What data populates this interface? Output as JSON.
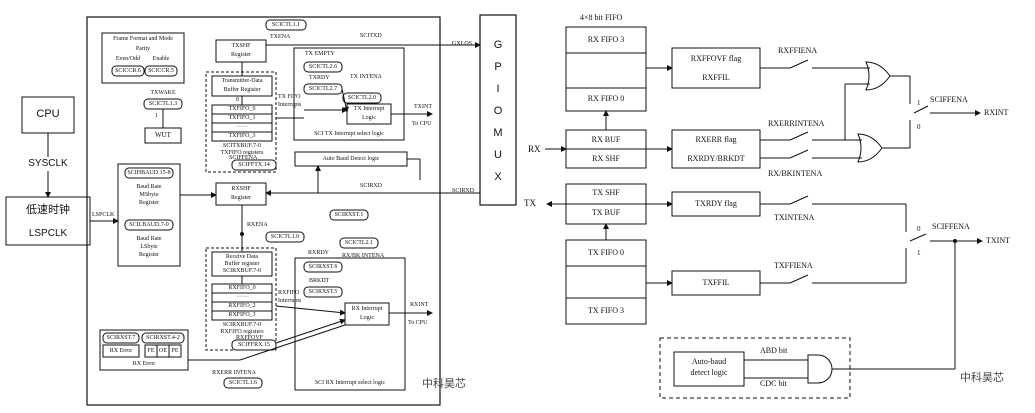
{
  "left": {
    "cpu": "CPU",
    "sysclk": "SYSCLK",
    "lspclk_cn": "低速时钟",
    "lspclk": "LSPCLK",
    "lspclk_in": "LSPCLK",
    "frame_box": {
      "title": "Frame Format and Mode",
      "parity": "Parity",
      "even_odd": "Even/Odd",
      "enable": "Enable",
      "r1": "SCICCR.6",
      "r2": "SCICCR.5"
    },
    "txwake": "TXWAKE",
    "scictl13": "SCICTL1.3",
    "one": "1",
    "wut": "WUT",
    "scictl11": "SCICTL1.1",
    "txshf": "TXSHF",
    "register": "Register",
    "txena": "TXENA",
    "scitxd": "SCITXD",
    "gxlos": "GXLOS",
    "gpio": [
      "G",
      "P",
      "I",
      "O",
      "M",
      "U",
      "X"
    ],
    "tx_empty": "TX EMPTY",
    "scictl26": "SCICTL2.6",
    "txrdy": "TXRDY",
    "scictl27": "SCICTL2.7",
    "tx_intena": "TX INTENA",
    "scictl20": "SCICTL2.0",
    "txint": "TXINT",
    "to_cpu": "To CPU",
    "tx_int_logic": [
      "TX Interrupt",
      "Logic"
    ],
    "sci_tx_select": "SCI TX Interrupt select logic",
    "tdb": [
      "Transmitter-Data",
      "Buffer Register"
    ],
    "eight": "8",
    "txfifo": [
      "TXFIFO_0",
      "TXFIFO_1",
      "······",
      "TXFIFO_3"
    ],
    "txfifo_int": [
      "TX FIFO",
      "Interrupts"
    ],
    "scitxbuf": "SCITXBUF.7-0",
    "txfifo_reg": "TXFIFO registers",
    "sciffena": "SCIFFENA",
    "scifftx14": "SCIFFTX.14",
    "autobaud": "Auto Baud Detect logic",
    "scihbaud": "SCIHBAUD.15-8",
    "baud_msb": [
      "Baud Rate",
      "MSbyte",
      "Register"
    ],
    "scilbaud": "SCILBAUD.7-0",
    "baud_lsb": [
      "Baud Rate",
      "LSbyte",
      "Register"
    ],
    "rxshf": "RXSHF",
    "scirxd_pin": "SCIRXD",
    "scirxd": "SCIRXD",
    "scirxst1": "SCIRXST.1",
    "rxena": "RXENA",
    "scictl10": "SCICTL1.0",
    "rdb": [
      "Receive Data",
      "Buffer register",
      "SCIRXBUF.7-0"
    ],
    "rxfifo": [
      "RXFIFO_0",
      "······",
      "RXFIFO_2",
      "RXFIFO_3"
    ],
    "rxfifo_int": [
      "RXFIFO",
      "Interrupts"
    ],
    "scirxbuf": "SCIRXBUF.7-0",
    "rxfifo_reg": "RXFIFO registers",
    "rxffovf": "RXFFOVF",
    "scirxst6": "SCIRXST.6",
    "rxrdy": "RXRDY",
    "scictl21": "SCICTL2.1",
    "rxbk_intena": "RX/BK INTENA",
    "brkdt": "BRKDT",
    "scirxst5": "SCIRXST.5",
    "rx_int_logic": [
      "RX Interrupt",
      "Logic"
    ],
    "rxint": "RXINT",
    "sciffrx15": "SCIFFRX.15",
    "scirxst7": "SCIRXST.7",
    "scirxst42": "SCIRXST.4-2",
    "rx_error": "RX Error",
    "fe": "FE",
    "oe": "OE",
    "pe": "PE",
    "rx_error2": "RX Error",
    "rxerr_intena": "RXERR INTENA",
    "scictl16": "SCICTL1.6",
    "sci_rx_select": "SCI RX Interrupt select logic",
    "watermark": "中科昊芯"
  },
  "right": {
    "fifo_title": "4×8 bit FIFO",
    "rx_fifo3": "RX FIFO 3",
    "rx_fifo0": "RX FIFO 0",
    "rx_buf": "RX BUF",
    "rx_shf": "RX SHF",
    "rx": "RX",
    "rxffovf_flag": "RXFFOVF flag",
    "rxffil": "RXFFIL",
    "rxffiena": "RXFFIENA",
    "rxerr_flag": "RXERR flag",
    "rxrdy_brkdt": "RXRDY/BRKDT",
    "rxerrintena": "RXERRINTENA",
    "rxbkintena": "RX/BKINTENA",
    "sciffena": "SCIFFENA",
    "one": "1",
    "zero": "0",
    "rxint": "RXINT",
    "tx": "TX",
    "tx_shf": "TX SHF",
    "tx_buf": "TX BUF",
    "txrdy_flag": "TXRDY flag",
    "txintena": "TXINTENA",
    "tx_fifo0": "TX FIFO 0",
    "tx_fifo3": "TX FIFO 3",
    "txffil": "TXFFIL",
    "txffiena": "TXFFIENA",
    "sciffena2": "SCIFFENA",
    "txint": "TXINT",
    "autobaud": [
      "Auto-baud",
      "detect logic"
    ],
    "abd_bit": "ABD bit",
    "cdc_bit": "CDC bit",
    "watermark": "中科昊芯"
  }
}
